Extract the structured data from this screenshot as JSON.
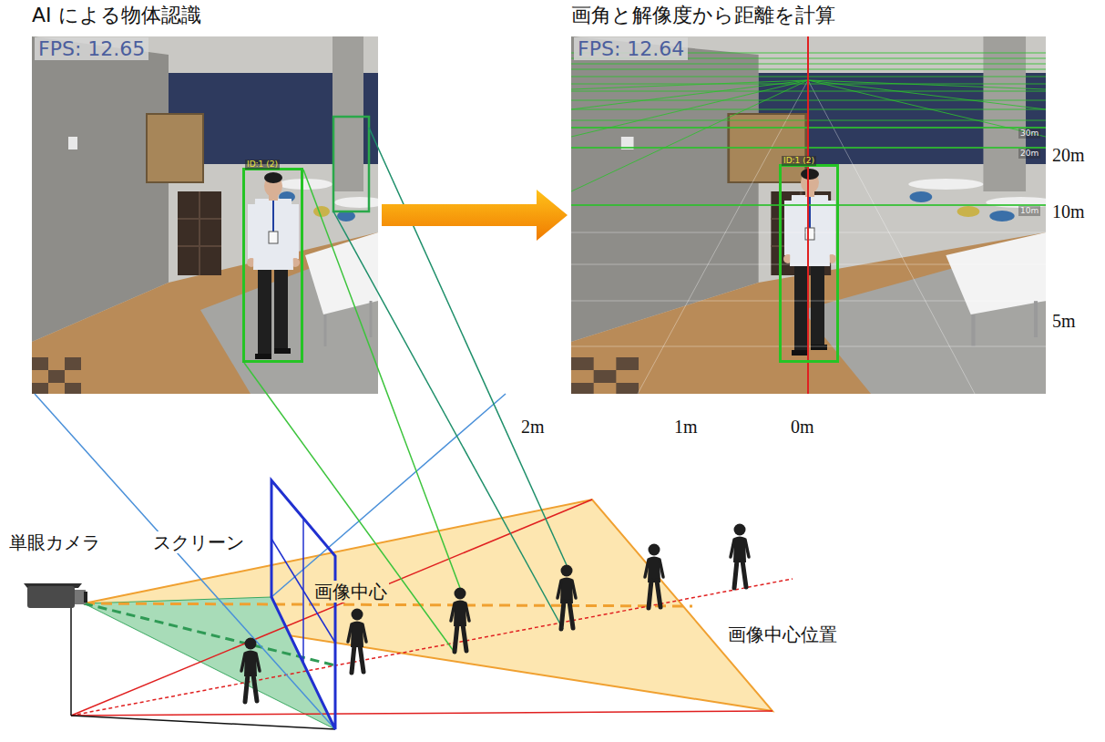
{
  "diagram": {
    "nodes": [
      {
        "text": [
          "AI による物体認識",
          "FPS: 12.65"
        ]
      },
      {
        "text": [
          "画角と解像度から距離を計算",
          "FPS: 12.64"
        ]
      },
      {
        "text": [
          "ID:1 (2)"
        ],
        "in": 0
      },
      {
        "text": [
          "ID:1 (2)"
        ],
        "in": 1
      }
    ],
    "edges": [
      {
        "from": 0,
        "to": 1,
        "arrow": "to"
      }
    ],
    "labels": [
      "30m",
      "20m",
      "10m",
      "20m",
      "10m",
      "5m",
      "2m",
      "1m",
      "0m",
      "単眼カメラ",
      "スクリーン",
      "画像中心",
      "画像中心位置"
    ]
  }
}
